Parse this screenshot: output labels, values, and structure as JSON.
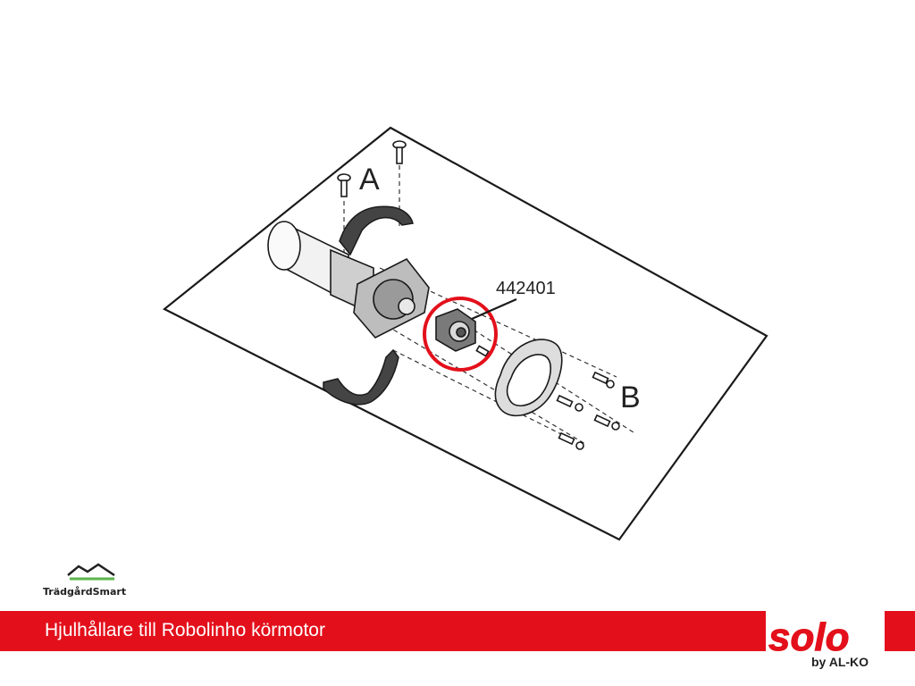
{
  "diagram": {
    "part_number": "442401",
    "label_a": "A",
    "label_b": "B"
  },
  "footer": {
    "site_logo_text": "TrädgårdSmart",
    "title": "Hjulhållare till Robolinho körmotor",
    "brand_name": "solo",
    "brand_sub": "by AL-KO"
  },
  "colors": {
    "accent": "#e3101b",
    "highlight_circle": "#e3101b",
    "line": "#1a1a1a"
  }
}
